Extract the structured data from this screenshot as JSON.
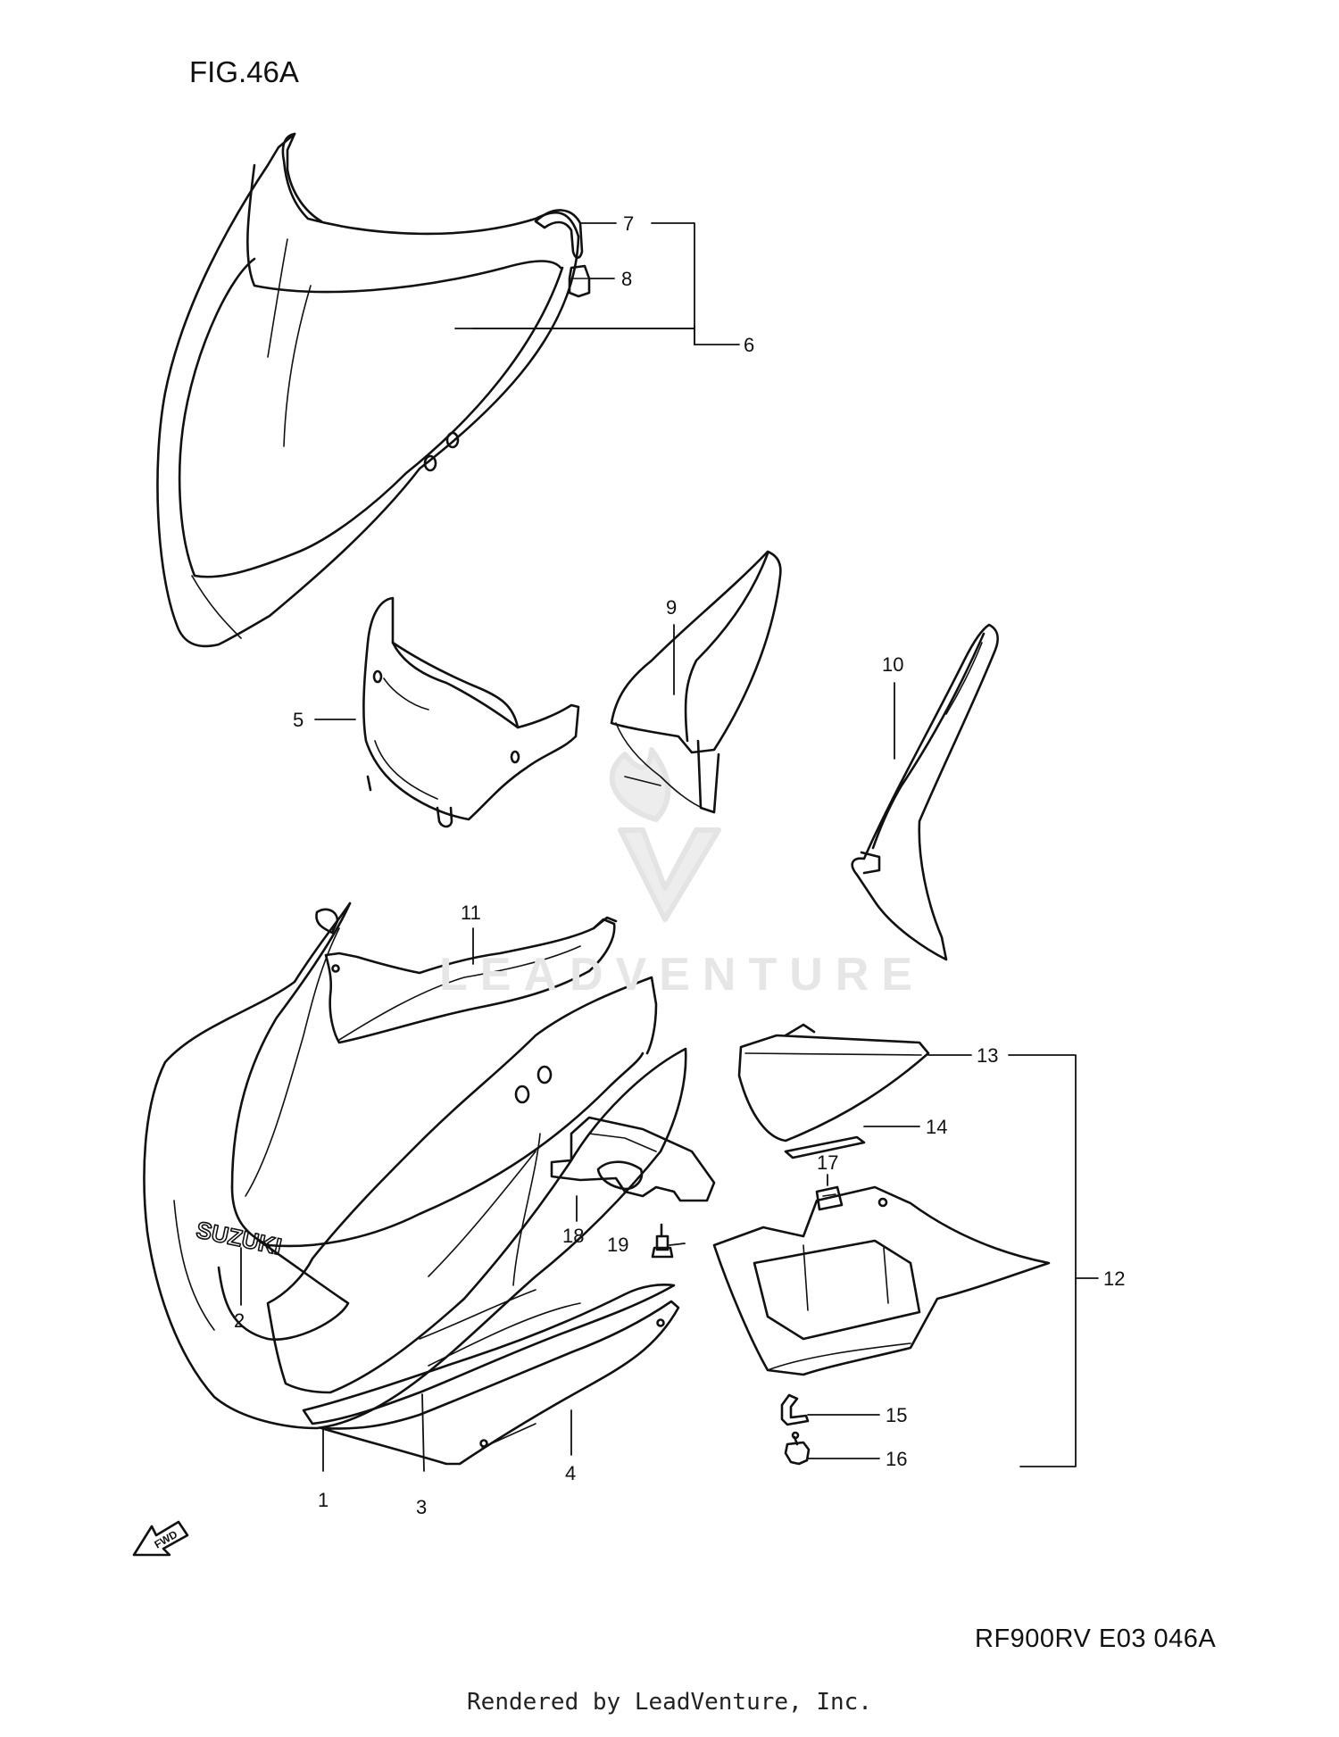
{
  "figure_title": "FIG.46A",
  "diagram_code": "RF900RV E03  046A",
  "footer": "Rendered by LeadVenture, Inc.",
  "watermark": "LEADVENTURE",
  "fwd_label": "FWD",
  "brand_logo_text": "SUZUKI",
  "callouts": [
    "1",
    "2",
    "3",
    "4",
    "5",
    "6",
    "7",
    "8",
    "9",
    "10",
    "11",
    "12",
    "13",
    "14",
    "15",
    "16",
    "17",
    "18",
    "19"
  ],
  "colors": {
    "line": "#111111",
    "watermark": "#e6e6e6"
  }
}
